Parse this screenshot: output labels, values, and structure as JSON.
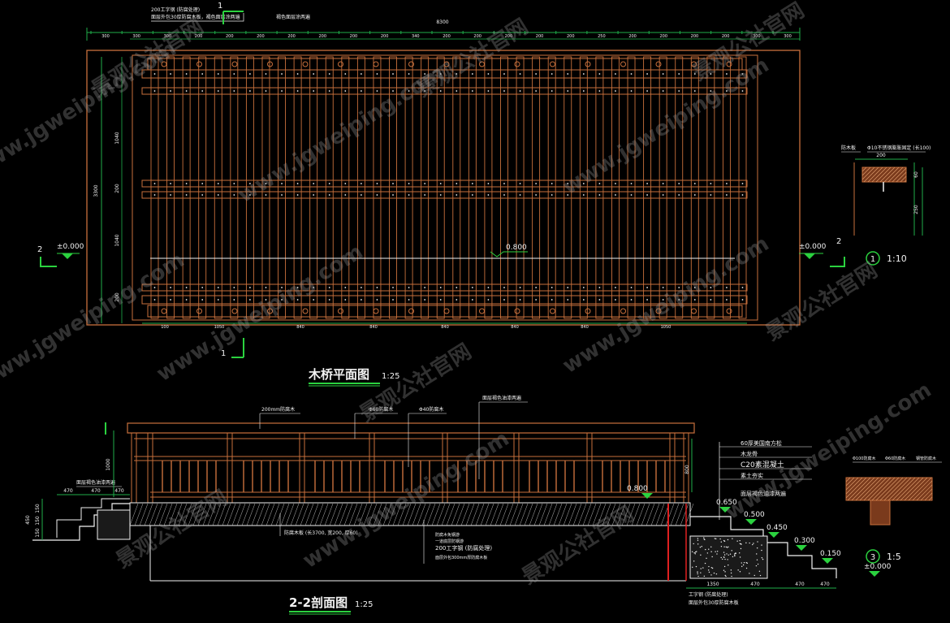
{
  "plan": {
    "title": "木桥平面图",
    "scale": "1:25",
    "section_mark": "1",
    "section_mark_side": "2",
    "level_left": "±0.000",
    "level_right": "±0.000",
    "level_center": "0.800",
    "top_dim_total": "8300",
    "top_dims": [
      "300",
      "300",
      "300",
      "200",
      "200",
      "200",
      "200",
      "200",
      "200",
      "200",
      "340",
      "200",
      "200",
      "200",
      "200",
      "200",
      "250",
      "200",
      "200",
      "200",
      "200",
      "300",
      "300"
    ],
    "bottom_dims": [
      "100",
      "1050",
      "840",
      "840",
      "840",
      "840",
      "840",
      "1050"
    ],
    "left_dims": [
      "3300",
      "1040",
      "200",
      "1040",
      "200"
    ],
    "notes": [
      "200工字钢 (防腐处理)",
      "面层外包30厚防腐木板，褐色面层涂两遍",
      "褐色面层涂两遍"
    ]
  },
  "section": {
    "title": "2-2剖面图",
    "scale": "1:25",
    "dim_height": "1000",
    "dim_side": "800",
    "callouts_top": [
      "200mm防腐木",
      "Φ60防腐木",
      "Φ40防腐木",
      "面层褐色油漆两遍"
    ],
    "callout_left": "面层褐色油漆两遍",
    "callouts_deck": [
      "防腐木板 (长3700, 宽200, 厚60)",
      "防腐木免钢游",
      "一道底层防钢游",
      "200工字钢 (防腐处理)",
      "面层外包300mm厚防腐木板"
    ],
    "layers_right": [
      "60厚美国南方松",
      "木龙骨",
      "C20素混凝土",
      "素土夯实",
      "面层褐色油漆两遍"
    ],
    "levels": [
      "0.800",
      "0.650",
      "0.500",
      "0.450",
      "0.300",
      "0.150",
      "±0.000"
    ],
    "left_dims_h": [
      "470",
      "470",
      "470"
    ],
    "left_dims_v": [
      "450",
      "150",
      "150",
      "150"
    ],
    "right_dims_h": [
      "1350",
      "470",
      "470",
      "470"
    ],
    "bottom_note_right": [
      "工字钢 (防腐处理)",
      "面层外包30厚防腐木板"
    ]
  },
  "detail1": {
    "number": "1",
    "scale": "1:10",
    "labels": [
      "防木板",
      "Φ10不锈钢膨胀固定 (长100)"
    ],
    "dims": [
      "200",
      "60",
      "250"
    ]
  },
  "detail3": {
    "number": "3",
    "scale": "1:5",
    "labels": [
      "Φ100防腐木",
      "Φ60防腐木",
      "钢管防腐木"
    ]
  },
  "watermark": [
    "www.jgweiping.com",
    "景观公社官网"
  ],
  "colors": {
    "background": "#000000",
    "wood": "#c8703c",
    "dim": "#1fae4a",
    "white": "#f2f2f2",
    "yellow": "#e9e34a",
    "red": "#e02020",
    "level_marker": "#2bd23f"
  }
}
